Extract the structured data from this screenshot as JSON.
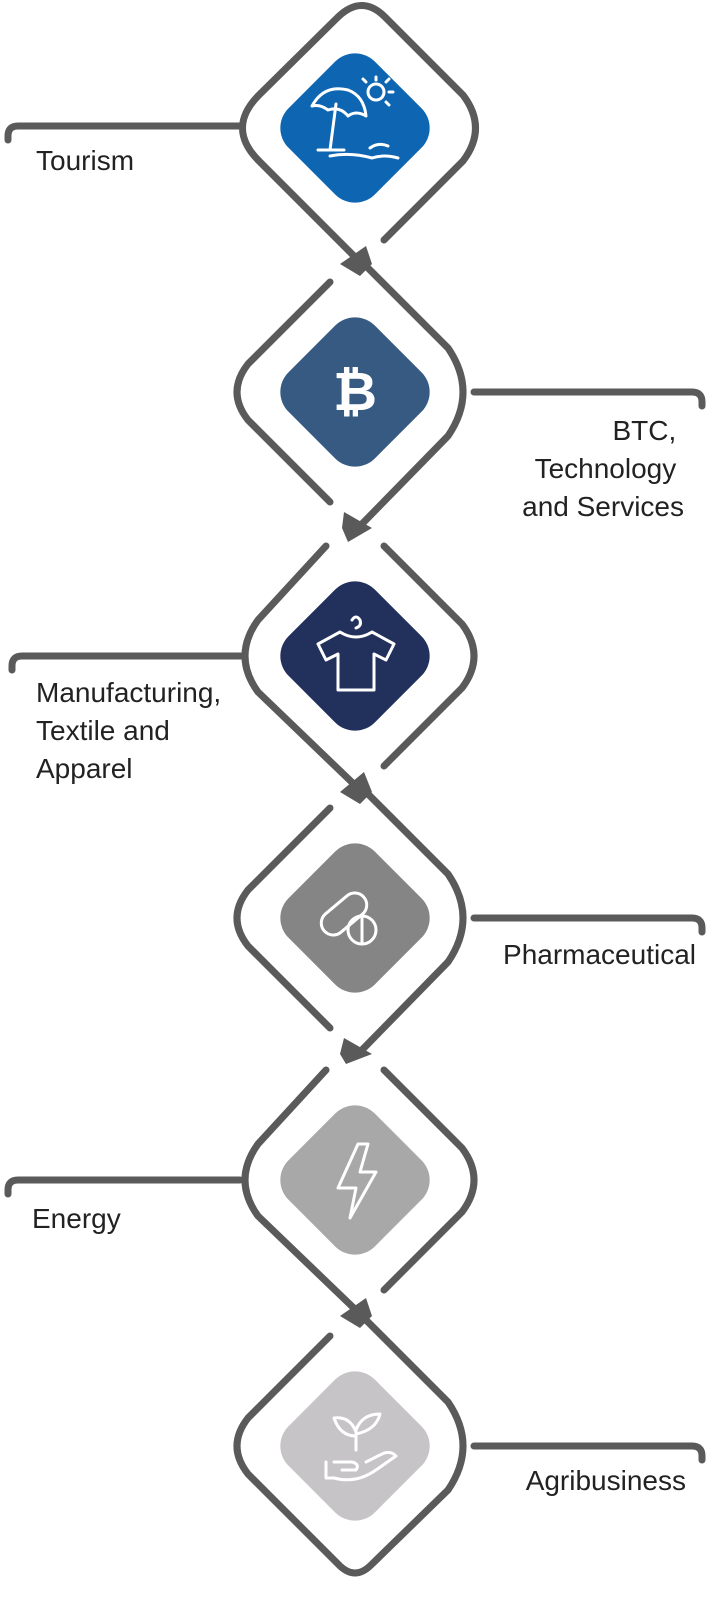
{
  "stages": [
    {
      "label_lines": [
        "Tourism"
      ],
      "icon": "beach-umbrella-icon",
      "color": "#0e65b1"
    },
    {
      "label_lines": [
        "BTC,",
        "Technology",
        "and Services"
      ],
      "icon": "bitcoin-icon",
      "color": "#365a82"
    },
    {
      "label_lines": [
        "Manufacturing,",
        "Textile and",
        "Apparel"
      ],
      "icon": "tshirt-on-hanger-icon",
      "color": "#22315c"
    },
    {
      "label_lines": [
        "Pharmaceutical"
      ],
      "icon": "pills-icon",
      "color": "#858585"
    },
    {
      "label_lines": [
        "Energy"
      ],
      "icon": "lightning-bolt-icon",
      "color": "#a8a8a8"
    },
    {
      "label_lines": [
        "Agribusiness"
      ],
      "icon": "plant-in-hand-icon",
      "color": "#c6c4c6"
    }
  ],
  "colors": {
    "outline": "#5a5a5a",
    "icon_stroke": "#ffffff"
  }
}
